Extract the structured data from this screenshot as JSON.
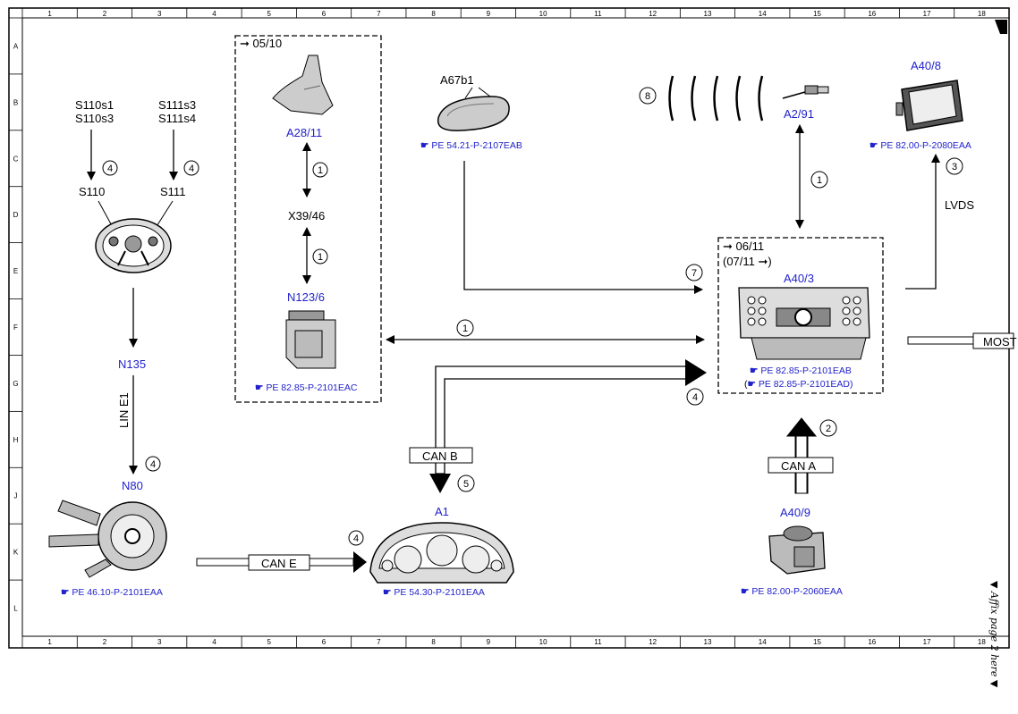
{
  "grid": {
    "cols": [
      "1",
      "2",
      "3",
      "4",
      "5",
      "6",
      "7",
      "8",
      "9",
      "10",
      "11",
      "12",
      "13",
      "14",
      "15",
      "16",
      "17",
      "18"
    ],
    "rows": [
      "A",
      "B",
      "C",
      "D",
      "E",
      "F",
      "G",
      "H",
      "J",
      "K",
      "L"
    ]
  },
  "components": {
    "s110s1": "S110s1",
    "s110s3": "S110s3",
    "s111s3": "S111s3",
    "s111s4": "S111s4",
    "s110": "S110",
    "s111": "S111",
    "n135": "N135",
    "lin_e1": "LIN E1",
    "n80": "N80",
    "n80_ref": "PE 46.10-P-2101EAA",
    "box1_date": "05/10",
    "a28_11": "A28/11",
    "x39_46": "X39/46",
    "n123_6": "N123/6",
    "n123_ref": "PE 82.85-P-2101EAC",
    "a67b1": "A67b1",
    "a67_ref": "PE 54.21-P-2107EAB",
    "a2_91": "A2/91",
    "a40_8": "A40/8",
    "a40_8_ref": "PE 82.00-P-2080EAA",
    "lvds": "LVDS",
    "box2_date1": "06/11",
    "box2_date2": "(07/11",
    "box2_date2_end": ")",
    "a40_3": "A40/3",
    "a40_3_ref": "PE 82.85-P-2101EAB",
    "a40_3_ref2_open": "(",
    "a40_3_ref2": "PE 82.85-P-2101EAD)",
    "most": "MOST",
    "can_b": "CAN B",
    "can_a": "CAN A",
    "can_e": "CAN E",
    "a1": "A1",
    "a1_ref": "PE 54.30-P-2101EAA",
    "a40_9": "A40/9",
    "a40_9_ref": "PE 82.00-P-2060EAA",
    "affix": "Affix page 2 here"
  },
  "circled_numbers": {
    "n1a": "1",
    "n1b": "1",
    "n1c": "1",
    "n1d": "1",
    "n2": "2",
    "n3": "3",
    "n4a": "4",
    "n4b": "4",
    "n4c": "4",
    "n4d": "4",
    "n4e": "4",
    "n5": "5",
    "n7": "7",
    "n8": "8"
  },
  "colors": {
    "link_blue": "#2222cc",
    "line": "#000000"
  }
}
